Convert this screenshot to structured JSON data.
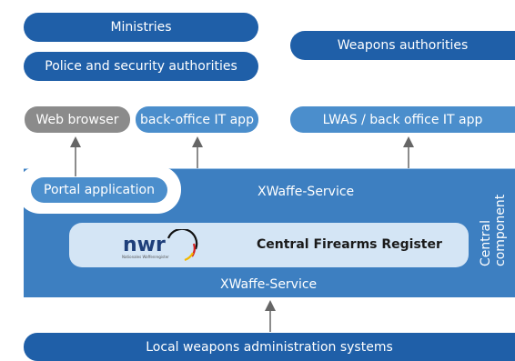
{
  "top": {
    "ministries": "Ministries",
    "police": "Police and security authorities",
    "weapons_authorities": "Weapons authorities"
  },
  "clients": {
    "web_browser": "Web browser",
    "back_office_app": "back-office IT app",
    "lwas_app": "LWAS / back office IT app"
  },
  "central": {
    "portal_application": "Portal application",
    "xwaffe_service_top": "XWaffe-Service",
    "register_title": "Central Firearms Register",
    "logo_text": "nwr",
    "logo_caption": "Nationales Waffenregister",
    "xwaffe_service_bottom": "XWaffe-Service",
    "side_label_line1": "Central",
    "side_label_line2": "component"
  },
  "bottom": {
    "local_systems": "Local weapons administration systems"
  },
  "colors": {
    "dark_blue": "#1f5fa8",
    "mid_blue": "#4b8ecc",
    "grey": "#8b8b8b",
    "central_blue": "#3d7fc1",
    "register_bg": "#d4e5f5",
    "arrow": "#666666"
  }
}
